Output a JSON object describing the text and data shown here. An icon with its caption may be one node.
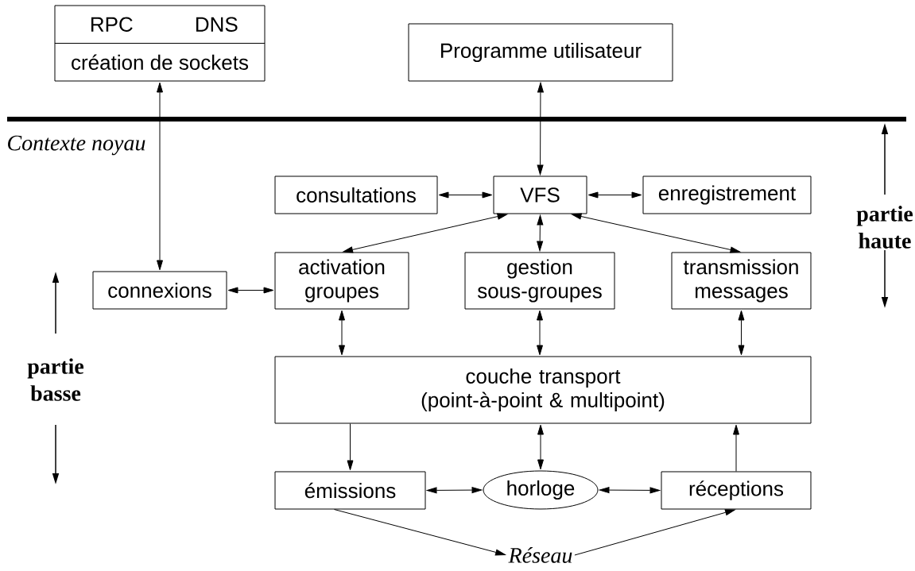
{
  "diagram": {
    "nodes": [
      {
        "text": [
          "RPC",
          "DNS",
          "création de sockets"
        ]
      },
      {
        "text": [
          "Programme utilisateur"
        ]
      },
      {
        "text": [
          "VFS"
        ]
      },
      {
        "text": [
          "consultations"
        ]
      },
      {
        "text": [
          "enregistrement"
        ]
      },
      {
        "text": [
          "connexions"
        ]
      },
      {
        "text": [
          "activation groupes"
        ]
      },
      {
        "text": [
          "gestion sous-groupes"
        ]
      },
      {
        "text": [
          "transmission messages"
        ]
      },
      {
        "text": [
          "couche transport (point-à-point & multipoint)"
        ]
      },
      {
        "text": [
          "émissions"
        ]
      },
      {
        "text": [
          "horloge"
        ]
      },
      {
        "text": [
          "réceptions"
        ]
      },
      {
        "text": [
          "Réseau"
        ]
      }
    ],
    "edges": [
      {
        "from": 0,
        "to": 5,
        "arrow": "both"
      },
      {
        "from": 1,
        "to": 2,
        "arrow": "both"
      },
      {
        "from": 3,
        "to": 2,
        "arrow": "both"
      },
      {
        "from": 2,
        "to": 4,
        "arrow": "both"
      },
      {
        "from": 2,
        "to": 6,
        "arrow": "both"
      },
      {
        "from": 2,
        "to": 7,
        "arrow": "both"
      },
      {
        "from": 2,
        "to": 8,
        "arrow": "both"
      },
      {
        "from": 5,
        "to": 6,
        "arrow": "both"
      },
      {
        "from": 6,
        "to": 9,
        "arrow": "both"
      },
      {
        "from": 7,
        "to": 9,
        "arrow": "both"
      },
      {
        "from": 8,
        "to": 9,
        "arrow": "both"
      },
      {
        "from": 9,
        "to": 10,
        "arrow": "to"
      },
      {
        "from": 9,
        "to": 11,
        "arrow": "both"
      },
      {
        "from": 12,
        "to": 9,
        "arrow": "to"
      },
      {
        "from": 10,
        "to": 11,
        "arrow": "both"
      },
      {
        "from": 11,
        "to": 12,
        "arrow": "both"
      },
      {
        "from": 10,
        "to": 13,
        "arrow": "to"
      },
      {
        "from": 13,
        "to": 12,
        "arrow": "to"
      }
    ],
    "labels": [
      "Contexte noyau",
      "partie haute",
      "partie basse"
    ]
  }
}
